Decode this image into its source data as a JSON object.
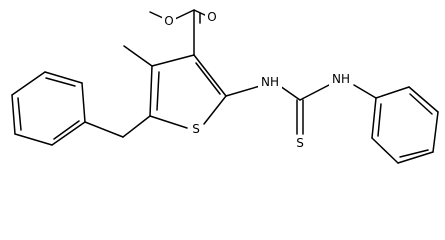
{
  "structure": {
    "atoms": [
      {
        "id": 0,
        "label": "S"
      },
      {
        "id": 1,
        "label": "O"
      },
      {
        "id": 2,
        "label": "O"
      },
      {
        "id": 3,
        "label": "NH"
      },
      {
        "id": 4,
        "label": "NH"
      },
      {
        "id": 5,
        "label": "S"
      }
    ]
  },
  "colors": {
    "ink": "#000000",
    "background": "#ffffff"
  }
}
